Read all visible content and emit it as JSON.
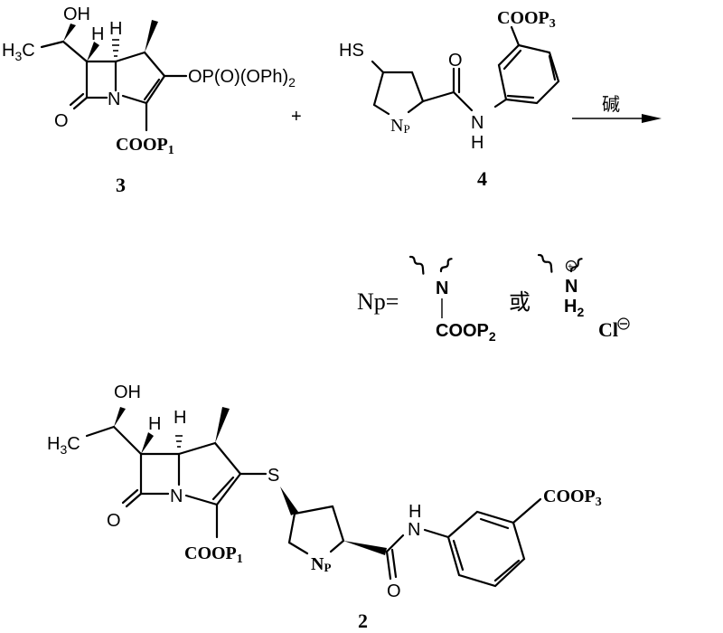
{
  "scheme": {
    "reactant_3": {
      "label": "3",
      "oh": "OH",
      "h3c": "H",
      "h3c_sub": "3",
      "h3c_c": "C",
      "h_left": "H",
      "h_right": "H",
      "n": "N",
      "o": "O",
      "op_group": "OP(O)(OPh)",
      "op_group_sub": "2",
      "cooP": "COOP",
      "cooP_sub": "1"
    },
    "plus": "+",
    "reactant_4": {
      "label": "4",
      "hs": "HS",
      "np": "N",
      "np_sub": "P",
      "o": "O",
      "n": "N",
      "h": "H",
      "cooP": "COOP",
      "cooP_sub": "3"
    },
    "arrow": {
      "condition": "碱"
    },
    "np_definition": {
      "np_label": "Np=",
      "option1_n": "N",
      "option1_group": "COOP",
      "option1_sub": "2",
      "or_text": "或",
      "option2_n": "N",
      "option2_plus": "+",
      "option2_h": "H",
      "option2_h_sub": "2",
      "counter_ion": "Cl",
      "counter_minus": "−"
    },
    "product_2": {
      "label": "2",
      "oh": "OH",
      "h3c": "H",
      "h3c_sub": "3",
      "h3c_c": "C",
      "h_left": "H",
      "h_right": "H",
      "n": "N",
      "o": "O",
      "s": "S",
      "cooP1": "COOP",
      "cooP1_sub": "1",
      "np": "N",
      "np_sub": "P",
      "amide_o": "O",
      "amide_nh_h": "H",
      "amide_nh_n": "N",
      "cooP3": "COOP",
      "cooP3_sub": "3"
    }
  }
}
